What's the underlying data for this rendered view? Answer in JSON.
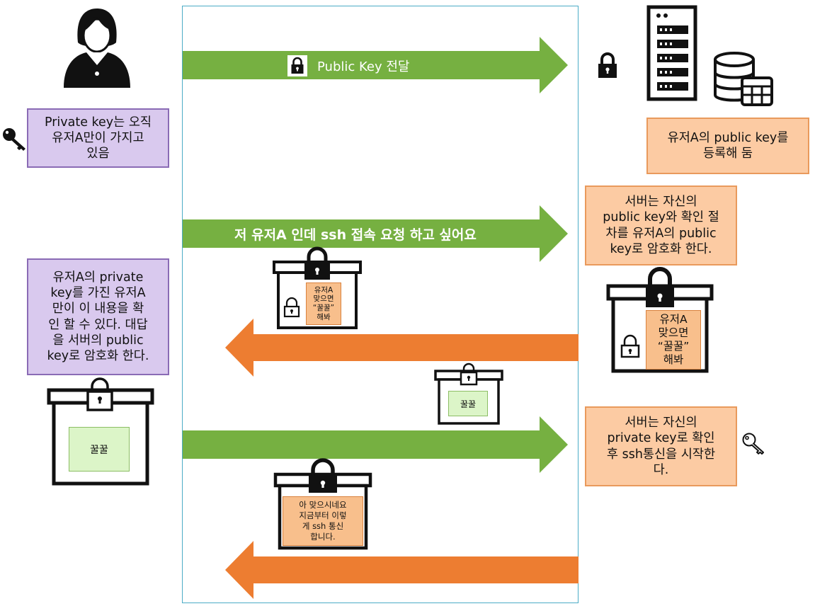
{
  "arrows": [
    {
      "text": "Public Key 전달",
      "direction": "right",
      "color": "#76b041"
    },
    {
      "text": "저 유저A 인데 ssh 접속 요청 하고 싶어요",
      "direction": "right",
      "color": "#76b041"
    },
    {
      "text": "",
      "direction": "left",
      "color": "#ed7d31"
    },
    {
      "text": "",
      "direction": "right",
      "color": "#76b041"
    },
    {
      "text": "",
      "direction": "left",
      "color": "#ed7d31"
    }
  ],
  "notes": {
    "private_key_only": "Private key는 오직\n유저A만이 가지고\n있음",
    "register_public": "유저A의 public key를\n등록해 둠",
    "server_encrypts": "서버는 자신의\npublic key와 확인 절\n차를 유저A의 public\nkey로 암호화 한다.",
    "user_decrypts": "유저A의 private\nkey를 가진 유저A\n만이 이 내용을 확\n인 할 수 있다. 대답\n을 서버의 public\nkey로 암호화 한다.",
    "server_confirms": "서버는 자신의\nprivate key로 확인\n후 ssh통신을 시작한\n다."
  },
  "boxes": {
    "challenge_small": "유저A\n맞으면\n“꿀꿀”\n해봐",
    "challenge_large": "유저A\n맞으면\n“꿀꿀”\n해봐",
    "answer_small": "꿀꿀",
    "answer_large": "꿀꿀",
    "welcome": "아 맞으시네요\n지금부터 이렇\n게 ssh 통신\n합니다."
  },
  "colors": {
    "green_arrow": "#76b041",
    "orange_arrow": "#ed7d31",
    "purple_note": "#d9c9ee",
    "orange_note": "#fccba3",
    "frame": "#4bacc6"
  },
  "icons": [
    "user-icon",
    "key-icon",
    "padlock-icon",
    "server-icon",
    "database-icon",
    "key-outline-icon",
    "locked-box-icon"
  ]
}
